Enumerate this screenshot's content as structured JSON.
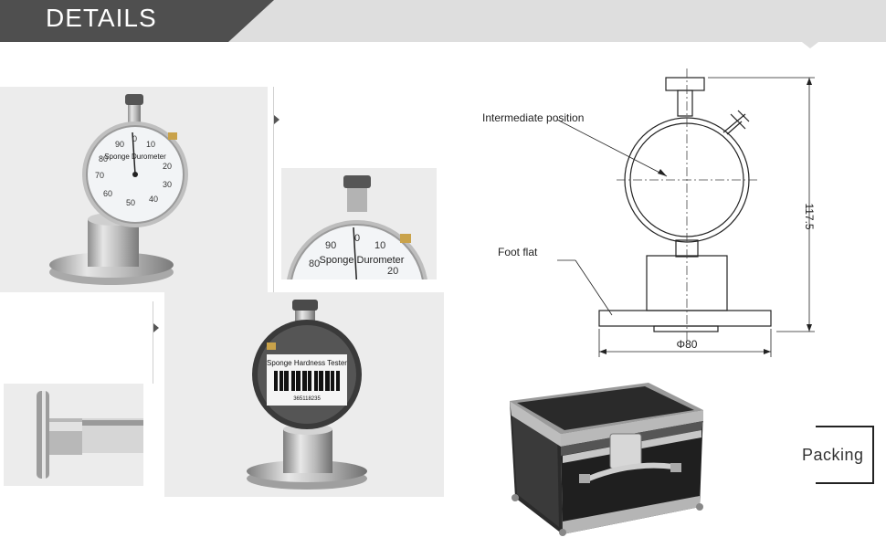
{
  "header": {
    "title": "DETAILS"
  },
  "photos": {
    "main": {
      "dial_label": "Sponge Durometer",
      "dial_numbers": [
        "90",
        "0",
        "10",
        "80",
        "20",
        "70",
        "30",
        "60",
        "40",
        "50"
      ]
    },
    "closeup": {
      "dial_label": "Sponge Durometer",
      "dial_numbers": [
        "90",
        "0",
        "10",
        "80",
        "20"
      ]
    },
    "front": {
      "label_title": "Sponge Hardness Tester",
      "serial": "365118235"
    }
  },
  "drawing": {
    "intermediate_label": "Intermediate position",
    "foot_label": "Foot flat",
    "height_dim": "117.5",
    "diameter_dim": "Φ80"
  },
  "packing": {
    "label": "Packing"
  }
}
